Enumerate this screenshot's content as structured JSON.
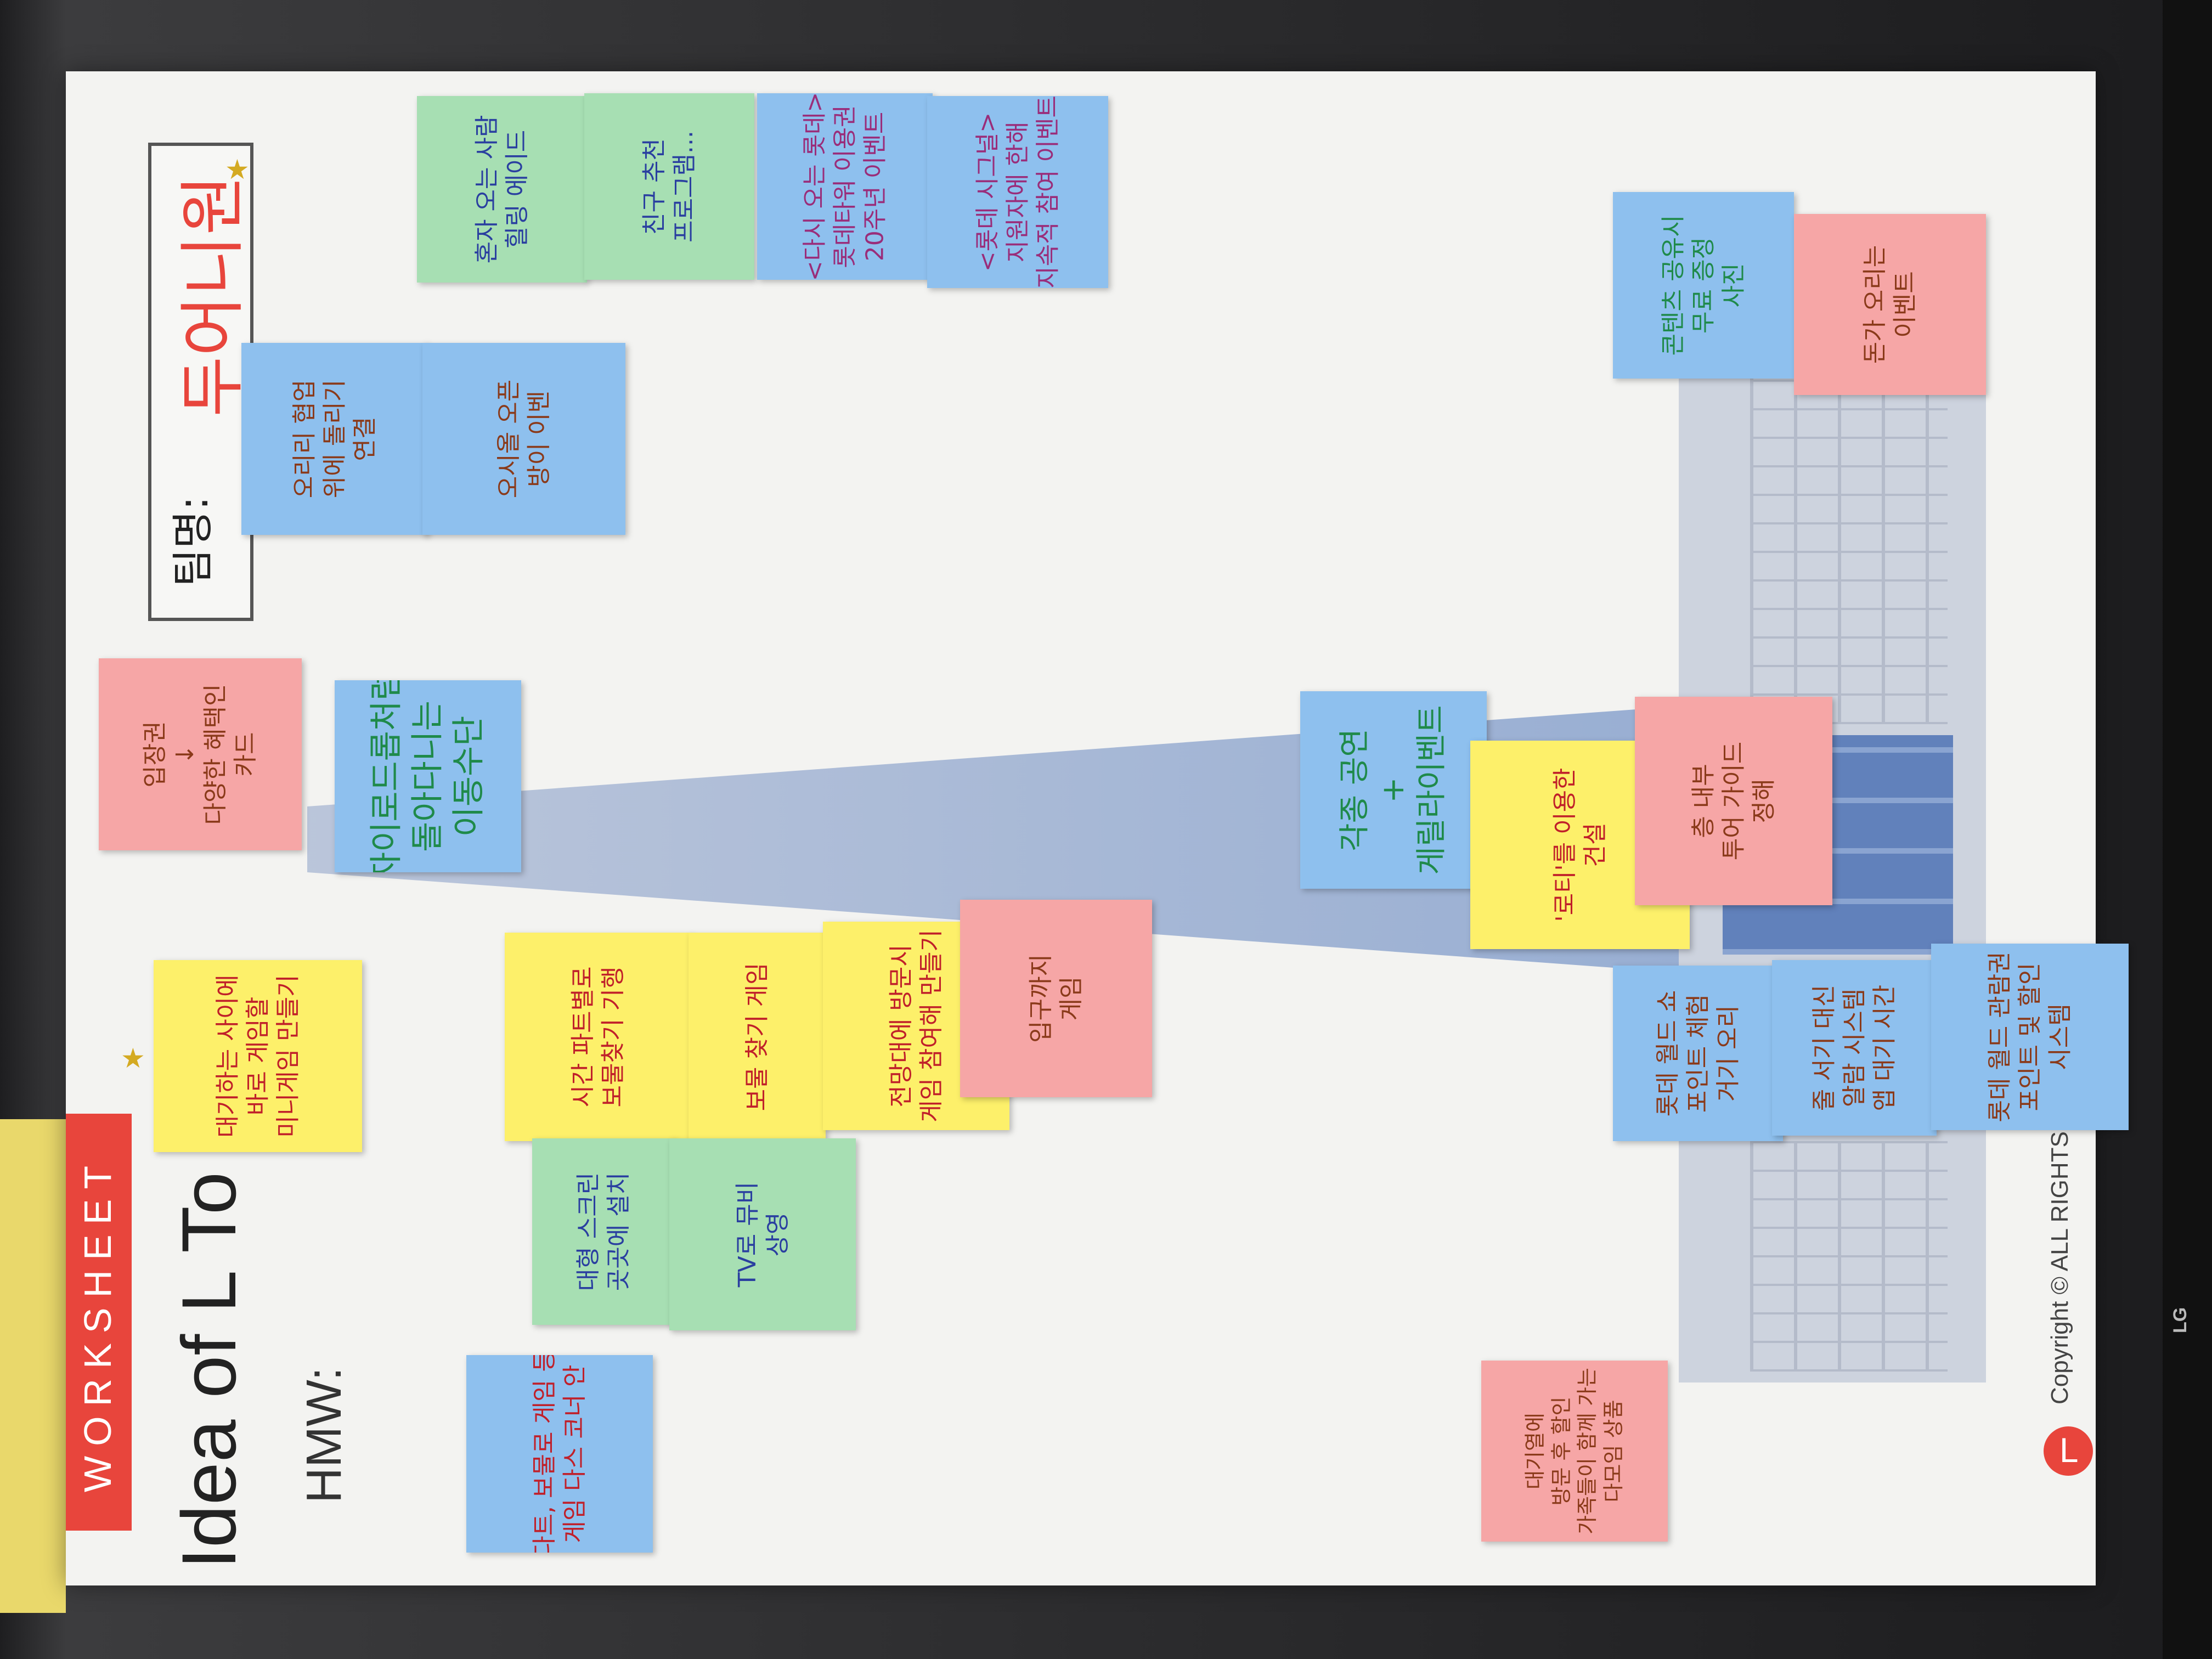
{
  "worksheet": {
    "label": "WORKSHEET",
    "title": "Idea of L To",
    "hmw": "HMW:",
    "team_label": "팀명:",
    "team_name": "두어니원",
    "copyright": "Copyright © ALL RIGHTS R",
    "logo": "L"
  },
  "monitor_brand": "LG",
  "notes": [
    {
      "id": "n1",
      "color": "green",
      "text": "혼자 오는 사람\n힐링 에이드"
    },
    {
      "id": "n2",
      "color": "green",
      "text": "친구 추천\n프로그램..."
    },
    {
      "id": "n3",
      "color": "blue",
      "text": "<다시 오는 롯데>\n롯데타워 이용권\n20주년 이벤트"
    },
    {
      "id": "n4",
      "color": "blue",
      "text": "<롯데 시그널>\n지원자에 한해\n지속적 참여 이벤트"
    },
    {
      "id": "n5",
      "color": "blue",
      "text": "오리리 협업\n위에 돌리기\n연결"
    },
    {
      "id": "n6",
      "color": "blue",
      "text": "오시올 오픈\n방이 이벤"
    },
    {
      "id": "n7",
      "color": "pink",
      "text": "입장권\n↓\n다양한 혜택인\n카드"
    },
    {
      "id": "n8",
      "color": "blue",
      "text": "자이로드롭처럼\n돌아다니는\n이동수단"
    },
    {
      "id": "n9",
      "color": "yellow",
      "text": "대기하는 사이에\n바로 게임할\n미니게임 만들기"
    },
    {
      "id": "n10",
      "color": "yellow",
      "text": "시간 파트별로\n보물찾기 기행"
    },
    {
      "id": "n11",
      "color": "yellow",
      "text": "보물 찾기 게임"
    },
    {
      "id": "n12",
      "color": "yellow",
      "text": "전망대에 방문시\n게임 참여해 만들기"
    },
    {
      "id": "n13",
      "color": "pink",
      "text": "입구까지\n게임"
    },
    {
      "id": "n14",
      "color": "green",
      "text": "대형 스크린\n곳곳에 설치"
    },
    {
      "id": "n15",
      "color": "green",
      "text": "TV로 뮤비\n상영"
    },
    {
      "id": "n16",
      "color": "blue",
      "text": "다트, 보물로 게임 등\n게임 다스 코너 안"
    },
    {
      "id": "n17",
      "color": "blue",
      "text": "각종 공연\n+\n게릴라이벤트"
    },
    {
      "id": "n18",
      "color": "yellow",
      "text": "'로티'를 이용한\n건설"
    },
    {
      "id": "n19",
      "color": "pink",
      "text": "층 내부\n투어 가이드\n정해"
    },
    {
      "id": "n20",
      "color": "blue",
      "text": "롯데 월드 쇼\n포인트 체험\n거기 오리"
    },
    {
      "id": "n21",
      "color": "blue",
      "text": "줄 서기 대신\n알람 시스템\n앱 대기 시간"
    },
    {
      "id": "n22",
      "color": "blue",
      "text": "롯데 월드 관람권\n포인트 및 할인\n시스템"
    },
    {
      "id": "n23",
      "color": "blue",
      "text": "콘텐츠 공유시\n무료 증정\n사진"
    },
    {
      "id": "n24",
      "color": "pink",
      "text": "돈가 오리는\n이벤트"
    },
    {
      "id": "n25",
      "color": "pink",
      "text": "대기열에\n방문 후 할인\n가족들이 함께 가는\n다모임 상품"
    }
  ]
}
